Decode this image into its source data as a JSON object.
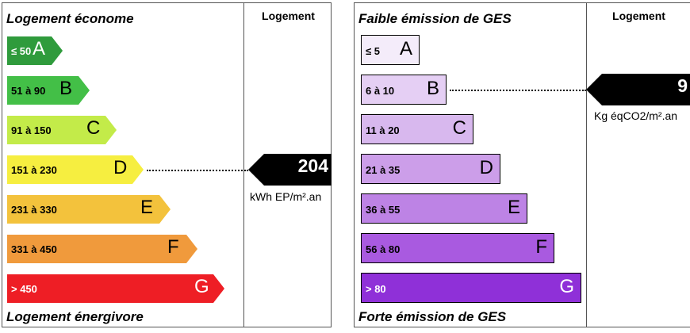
{
  "energy": {
    "title_top": "Logement économe",
    "title_bottom": "Logement énergivore",
    "column_header": "Logement",
    "classes": [
      {
        "label": "≤ 50",
        "letter": "A",
        "color": "#2f9b3c"
      },
      {
        "label": "51 à 90",
        "letter": "B",
        "color": "#43bf47"
      },
      {
        "label": "91 à 150",
        "letter": "C",
        "color": "#c3eb49"
      },
      {
        "label": "151 à 230",
        "letter": "D",
        "color": "#f6ee40"
      },
      {
        "label": "231 à 330",
        "letter": "E",
        "color": "#f3c23c"
      },
      {
        "label": "331 à 450",
        "letter": "F",
        "color": "#f09a3c"
      },
      {
        "label": "> 450",
        "letter": "G",
        "color": "#ee1e25"
      }
    ],
    "current_class": "D",
    "value": "204",
    "unit": "kWh EP/m².an"
  },
  "ges": {
    "title_top": "Faible émission de GES",
    "title_bottom": "Forte émission de GES",
    "column_header": "Logement",
    "classes": [
      {
        "label": "≤ 5",
        "letter": "A",
        "color": "#f4ecfa"
      },
      {
        "label": "6 à 10",
        "letter": "B",
        "color": "#e5cff4"
      },
      {
        "label": "11 à 20",
        "letter": "C",
        "color": "#d8b8ee"
      },
      {
        "label": "21 à 35",
        "letter": "D",
        "color": "#cc9ee9"
      },
      {
        "label": "36 à 55",
        "letter": "E",
        "color": "#bd83e5"
      },
      {
        "label": "56 à 80",
        "letter": "F",
        "color": "#a95ae0"
      },
      {
        "label": "> 80",
        "letter": "G",
        "color": "#8f30d8"
      }
    ],
    "current_class": "B",
    "value": "9",
    "unit": "Kg éqCO2/m².an"
  }
}
